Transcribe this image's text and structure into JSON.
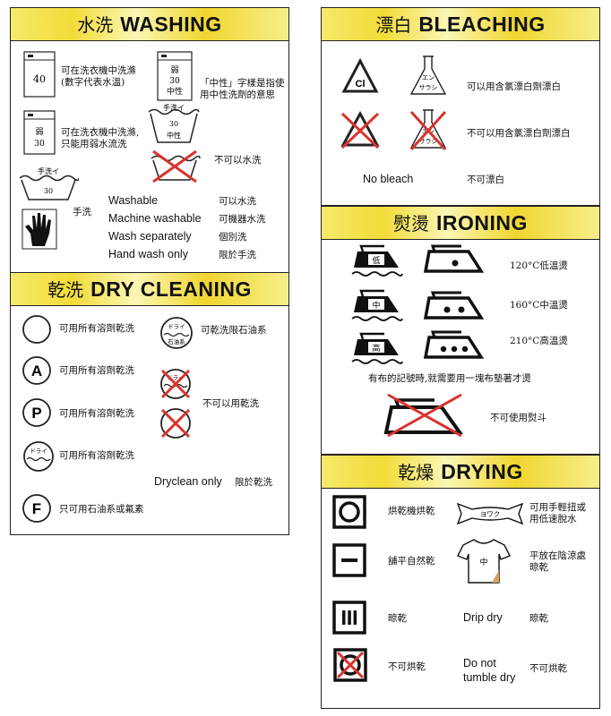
{
  "washing": {
    "title_zh": "水洗",
    "title_en": "WASHING",
    "icons": {
      "machine_40": "40",
      "mild": "弱",
      "mild_temp": "30",
      "neutral": "中性",
      "hand": "手洗イ",
      "hand_temp": "30"
    },
    "desc_40": "可在洗衣機中洗滌\n(數字代表水溫)",
    "desc_neutral": "「中性」字樣是指使\n用中性洗劑的意思",
    "desc_mild": "可在洗衣機中洗滌,\n只能用弱水流洗",
    "desc_no_wash": "不可以水洗",
    "desc_hand": "手洗",
    "terms": [
      {
        "en": "Washable",
        "zh": "可以水洗"
      },
      {
        "en": "Machine washable",
        "zh": "可機器水洗"
      },
      {
        "en": "Wash separately",
        "zh": "個別洗"
      },
      {
        "en": "Hand wash only",
        "zh": "限於手洗"
      }
    ]
  },
  "dry_cleaning": {
    "title_zh": "乾洗",
    "title_en": "DRY CLEANING",
    "icons": {
      "A": "A",
      "P": "P",
      "F": "F",
      "dry_kana": "ドライ",
      "oil": "石油系"
    },
    "desc_any": "可用所有溶劑乾洗",
    "desc_petroleum": "可乾洗限石油系",
    "desc_a": "可用所有溶劑乾洗",
    "desc_p": "可用所有溶劑乾洗",
    "desc_not": "不可以用乾洗",
    "desc_dry": "可用所有溶劑乾洗",
    "desc_f": "只可用石油系或氟素",
    "only_en": "Dryclean only",
    "only_zh": "限於乾洗"
  },
  "bleaching": {
    "title_zh": "漂白",
    "title_en": "BLEACHING",
    "icons": {
      "cl": "Cl",
      "flask_1": "エン",
      "flask_2": "サラシ"
    },
    "desc_ok": "可以用含氯漂白劑漂白",
    "desc_not": "不可以用含氯漂白劑漂白",
    "no_en": "No bleach",
    "no_zh": "不可漂白"
  },
  "ironing": {
    "title_zh": "熨燙",
    "title_en": "IRONING",
    "icons": {
      "low": "低",
      "mid": "中",
      "high": "高"
    },
    "desc_low": "120°C低溫燙",
    "desc_mid": "160°C中溫燙",
    "desc_high": "210°C高溫燙",
    "note": "有布的記號時,就需要用一塊布墊著才燙",
    "desc_not": "不可使用熨斗"
  },
  "drying": {
    "title_zh": "乾燥",
    "title_en": "DRYING",
    "icons": {
      "wring": "ヨワク",
      "shirt": "中"
    },
    "desc_tumble": "烘乾機烘乾",
    "desc_wring": "可用手輕扭或\n用低速脫水",
    "desc_flat": "舖平自然乾",
    "desc_shade": "平放在陰涼處\n晾乾",
    "desc_line": "晾乾",
    "drip_en": "Drip dry",
    "drip_zh": "晾乾",
    "desc_no_tumble": "不可烘乾",
    "no_tumble_en": "Do not\ntumble dry",
    "no_tumble_zh": "不可烘乾"
  }
}
